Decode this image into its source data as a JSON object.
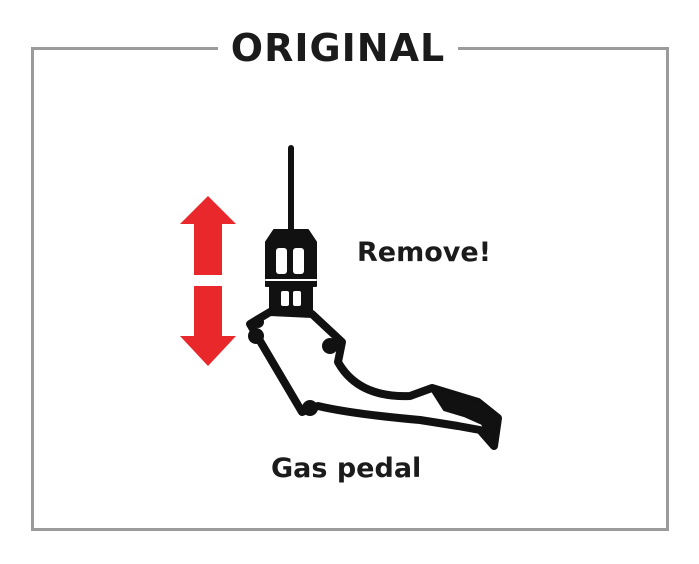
{
  "title": "ORIGINAL",
  "labels": {
    "remove": "Remove!",
    "gas_pedal": "Gas pedal"
  },
  "icons": {
    "arrow": "double-vertical-arrow-icon",
    "pedal": "gas-pedal-icon"
  },
  "colors": {
    "frame": "#9b9b9b",
    "text": "#1b1b1b",
    "arrow": "#e8282b",
    "drawing": "#111111"
  }
}
